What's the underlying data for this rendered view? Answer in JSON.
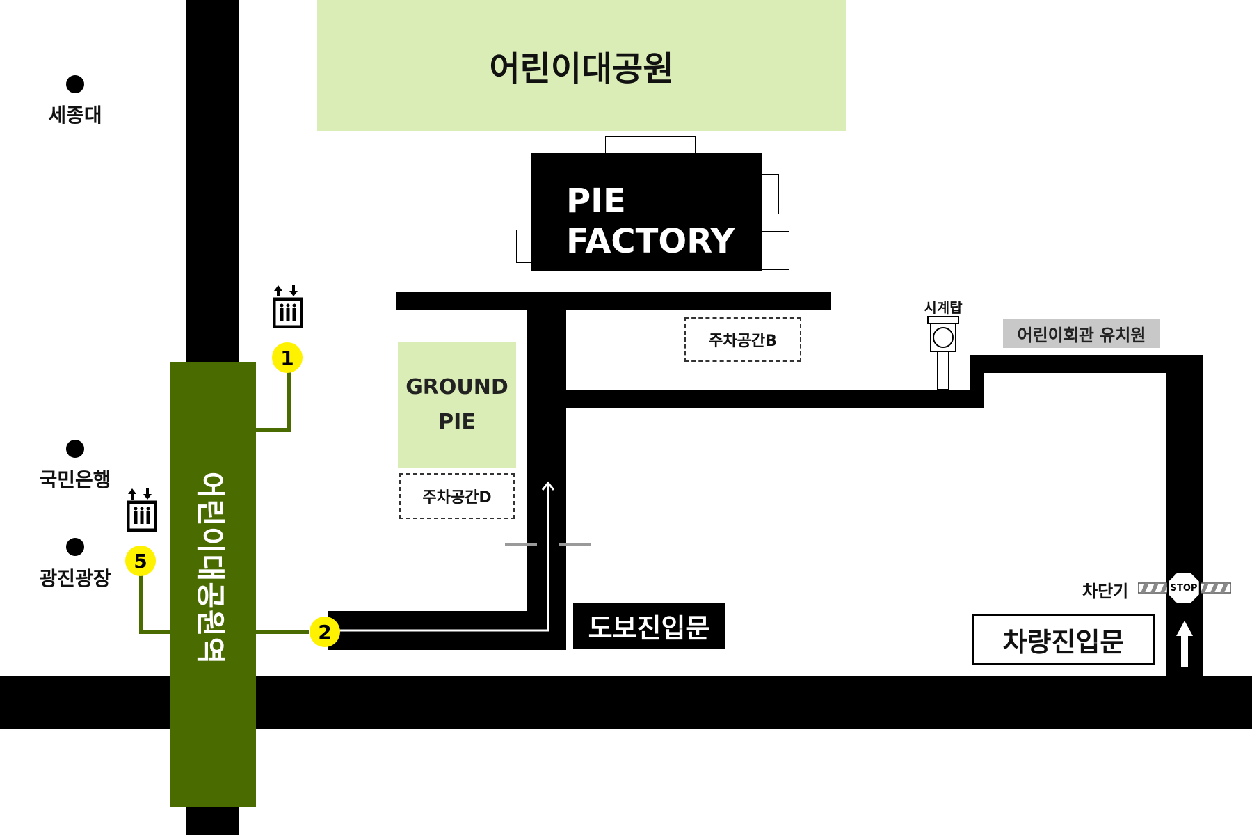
{
  "map": {
    "park": {
      "label": "어린이대공원",
      "color": "#dbedb6"
    },
    "pie_factory": {
      "line1": "PIE",
      "line2": "FACTORY"
    },
    "ground_pie": {
      "line1": "GROUND",
      "line2": "PIE",
      "color": "#dbedb6"
    },
    "parking_b": "주차공간B",
    "parking_d": "주차공간D",
    "clock_tower": "시계탑",
    "kindergarten": "어린이회관 유치원",
    "barrier": {
      "label": "차단기",
      "sign": "STOP"
    },
    "walk_entrance": "도보진입문",
    "car_entrance": "차량진입문",
    "station": {
      "label": "어린이대공원역",
      "color": "#4a6b00"
    },
    "exits": [
      "1",
      "2",
      "5"
    ],
    "places": [
      "세종대",
      "국민은행",
      "광진광장"
    ],
    "accent_exit_color": "#fff200",
    "icons": [
      "elevator-icon",
      "stop-sign-icon",
      "clock-tower-icon",
      "arrow-up-icon"
    ]
  }
}
